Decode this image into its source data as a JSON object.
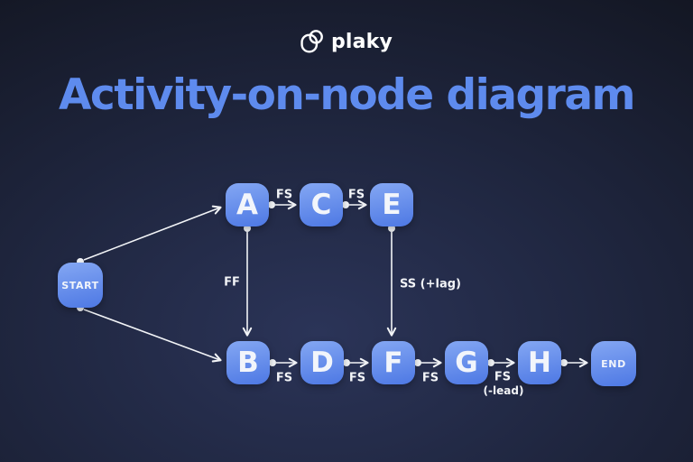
{
  "logo": {
    "text": "plaky"
  },
  "title": "Activity-on-node diagram",
  "colors": {
    "background_center": "#2b3458",
    "background_mid": "#202741",
    "background_edge": "#121520",
    "title": "#5e8bee",
    "node_top": "#84a7f3",
    "node_bottom": "#4d78e4",
    "node_text": "#f2f5fb",
    "arrow": "#f2f4f7",
    "logo_text": "#ffffff"
  },
  "diagram": {
    "type": "activity-on-node network",
    "nodes": [
      {
        "id": "START",
        "label": "START"
      },
      {
        "id": "A",
        "label": "A"
      },
      {
        "id": "C",
        "label": "C"
      },
      {
        "id": "E",
        "label": "E"
      },
      {
        "id": "B",
        "label": "B"
      },
      {
        "id": "D",
        "label": "D"
      },
      {
        "id": "F",
        "label": "F"
      },
      {
        "id": "G",
        "label": "G"
      },
      {
        "id": "H",
        "label": "H"
      },
      {
        "id": "END",
        "label": "END"
      }
    ],
    "edges": [
      {
        "from": "START",
        "to": "A",
        "label": ""
      },
      {
        "from": "START",
        "to": "B",
        "label": ""
      },
      {
        "from": "A",
        "to": "C",
        "label": "FS"
      },
      {
        "from": "C",
        "to": "E",
        "label": "FS"
      },
      {
        "from": "A",
        "to": "B",
        "label": "FF"
      },
      {
        "from": "E",
        "to": "F",
        "label": "SS (+lag)"
      },
      {
        "from": "B",
        "to": "D",
        "label": "FS"
      },
      {
        "from": "D",
        "to": "F",
        "label": "FS"
      },
      {
        "from": "F",
        "to": "G",
        "label": "FS"
      },
      {
        "from": "G",
        "to": "H",
        "label": "FS",
        "sublabel": "(-lead)"
      },
      {
        "from": "H",
        "to": "END",
        "label": ""
      }
    ]
  }
}
